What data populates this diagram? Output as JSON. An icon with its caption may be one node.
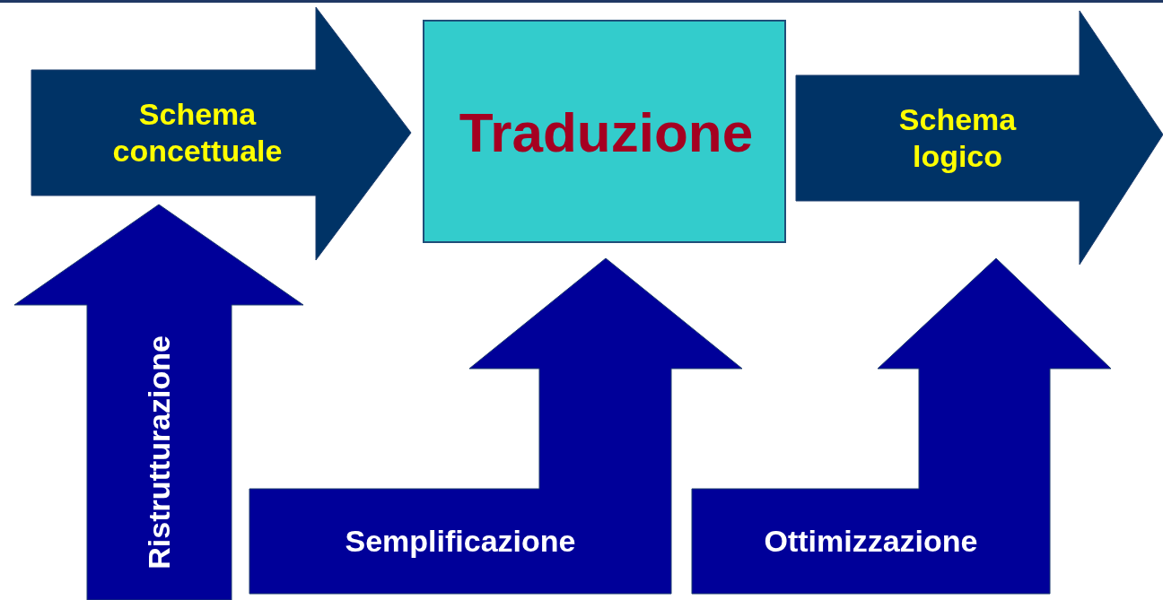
{
  "diagram": {
    "nodes": [
      {
        "text": [
          "Schema concettuale"
        ]
      },
      {
        "text": [
          "Traduzione"
        ]
      },
      {
        "text": [
          "Schema logico"
        ]
      },
      {
        "text": [
          "Ristrutturazione"
        ]
      },
      {
        "text": [
          "Semplificazione"
        ]
      },
      {
        "text": [
          "Ottimizzazione"
        ]
      }
    ]
  }
}
